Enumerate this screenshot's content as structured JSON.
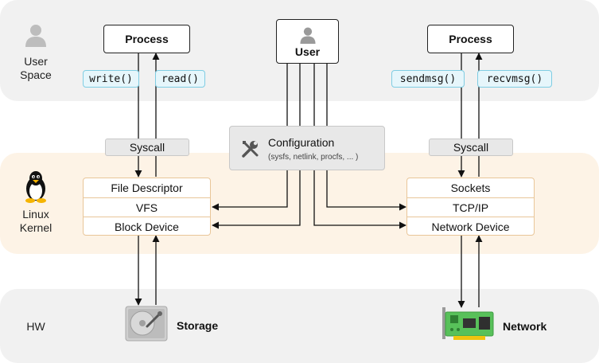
{
  "layers": {
    "user_space": "User\nSpace",
    "kernel": "Linux\nKernel",
    "hw": "HW"
  },
  "left": {
    "process": "Process",
    "write": "write()",
    "read": "read()",
    "syscall": "Syscall",
    "stack": [
      "File Descriptor",
      "VFS",
      "Block Device"
    ],
    "device_label": "Storage"
  },
  "right": {
    "process": "Process",
    "sendmsg": "sendmsg()",
    "recvmsg": "recvmsg()",
    "syscall": "Syscall",
    "stack": [
      "Sockets",
      "TCP/IP",
      "Network Device"
    ],
    "device_label": "Network"
  },
  "center": {
    "user": "User",
    "config_title": "Configuration",
    "config_sub": "(sysfs, netlink, procfs, ... )"
  },
  "colors": {
    "user_band": "#f1f1f1",
    "kernel_band": "#fdf3e6",
    "code_tag_bg": "#e6f6fb",
    "code_tag_border": "#7fcde3",
    "stack_border": "#e9c699",
    "nic_green": "#58c15a"
  }
}
